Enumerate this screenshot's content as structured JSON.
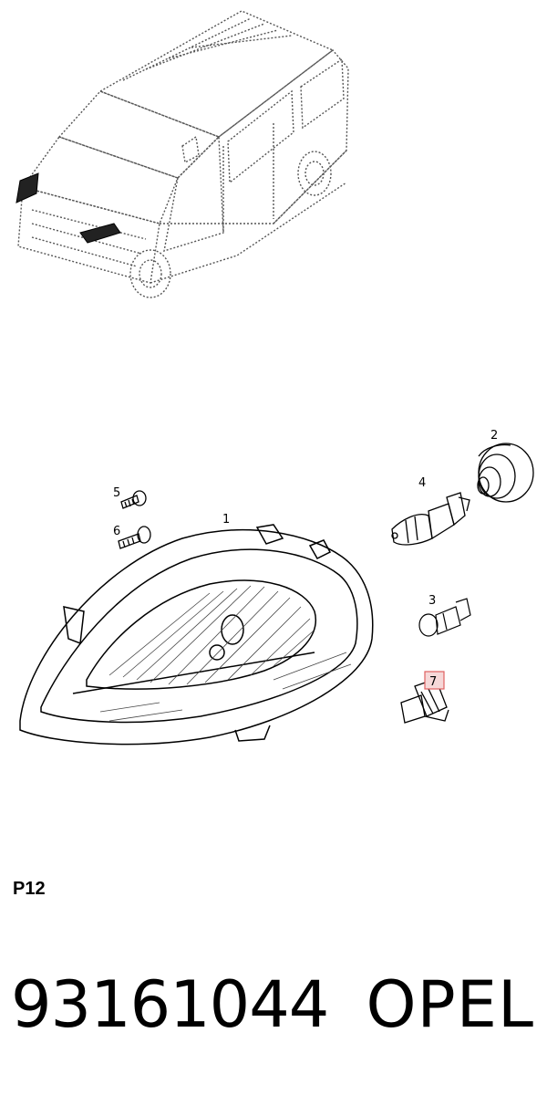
{
  "callouts": {
    "headlamp": "1",
    "bulb_cap": "2",
    "side_bulb": "3",
    "main_bulb": "4",
    "screw_upper": "5",
    "screw_lower": "6",
    "bulb_holder": "7"
  },
  "diagram_code": "P12",
  "part_number": "93161044",
  "brand": "OPEL",
  "colors": {
    "line": "#000000",
    "highlight_box": "#e06060",
    "highlight_fill": "#f6d8d8"
  }
}
